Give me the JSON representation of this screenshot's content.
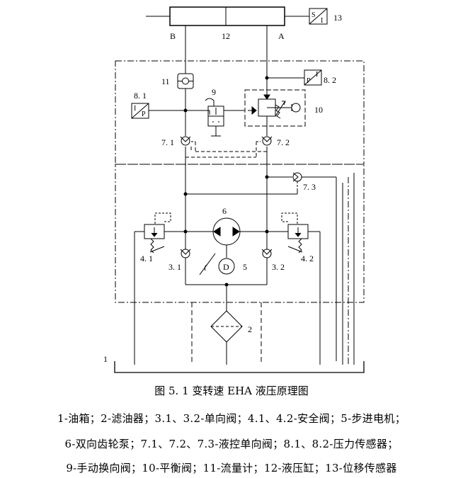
{
  "figure": {
    "caption": "图 5. 1 变转速 EHA 液压原理图",
    "legend": [
      "1-油箱；2-滤油器；3.1、3.2-单向阀；4.1、4.2-安全阀；5-步进电机；",
      "6-双向齿轮泵；7.1、7.2、7.3-液控单向阀；8.1、8.2-压力传感器；",
      "9-手动换向阀；10-平衡阀；11-流量计；12-液压缸；13-位移传感器"
    ]
  },
  "labels": {
    "cyl_B": "B",
    "cyl_12": "12",
    "cyl_A": "A",
    "disp_13": "13",
    "disp_S": "S",
    "disp_I": "I",
    "flow_11": "11",
    "psens_82": "8. 2",
    "psens_82_P": "P",
    "psens_82_I": "I",
    "psens_81": "8. 1",
    "psens_81_I": "I",
    "psens_81_P": "P",
    "valve_9": "9",
    "valve_10": "10",
    "check_71": "7. 1",
    "check_72": "7. 2",
    "check_73": "7. 3",
    "pump_6": "6",
    "relief_41": "4. 1",
    "relief_42": "4. 2",
    "check_31": "3. 1",
    "check_32": "3. 2",
    "motor_5": "5",
    "motor_D": "D",
    "filter_2": "2",
    "tank_1": "1"
  }
}
